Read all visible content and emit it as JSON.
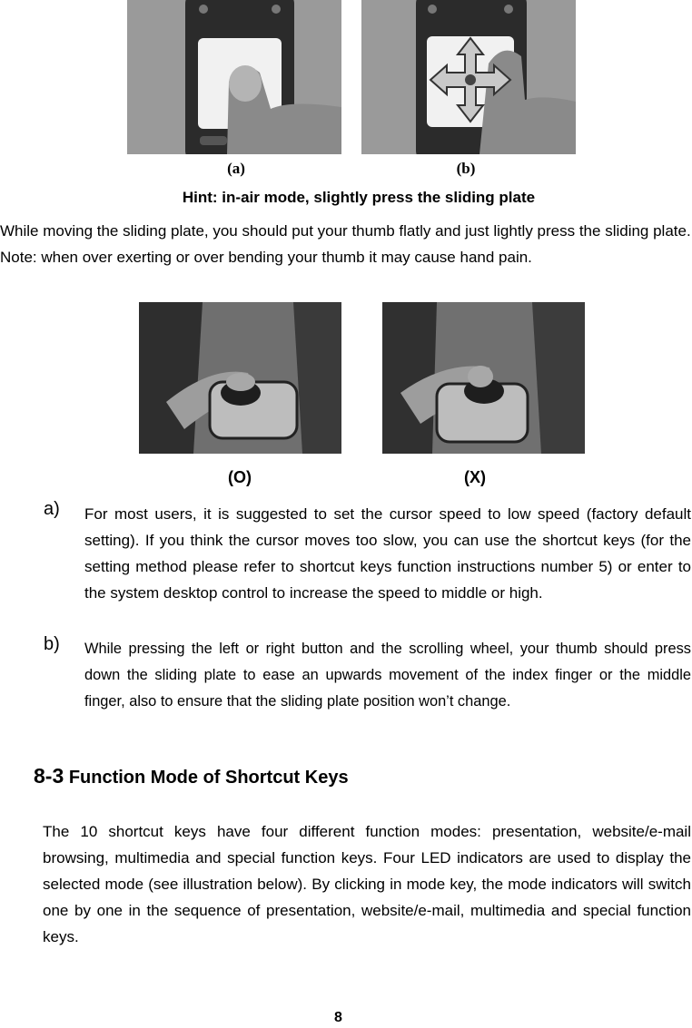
{
  "captions": {
    "a": "(a)",
    "b": "(b)",
    "o": "(O)",
    "x": "(X)"
  },
  "hint": "Hint: in-air mode, slightly press the sliding plate",
  "intro": "While moving the sliding plate, you should put your thumb flatly and just lightly press the sliding plate. Note: when over exerting or over bending your thumb it may cause hand pain.",
  "items": [
    {
      "marker": "a)",
      "text": "For most users, it is suggested to set the cursor speed to low speed (factory default setting). If you think the cursor moves too slow, you can use the shortcut keys (for the setting method please refer to shortcut keys function instructions number 5) or enter to the system desktop control to increase the speed to middle or high."
    },
    {
      "marker": "b)",
      "text": "While pressing the left or right button and the scrolling wheel, your thumb should press down the sliding plate to ease an upwards movement of the index finger or the middle finger, also to ensure that the sliding plate position won’t change."
    }
  ],
  "section": {
    "number": "8-3",
    "title": "Function Mode of Shortcut Keys"
  },
  "body": "The 10 shortcut keys have four different function modes: presentation, website/e-mail browsing, multimedia and special function keys. Four LED indicators are used to display the selected mode (see illustration below). By clicking in mode key, the mode indicators will switch one by one in the sequence of presentation, website/e-mail, multimedia and special function keys.",
  "page_number": "8"
}
